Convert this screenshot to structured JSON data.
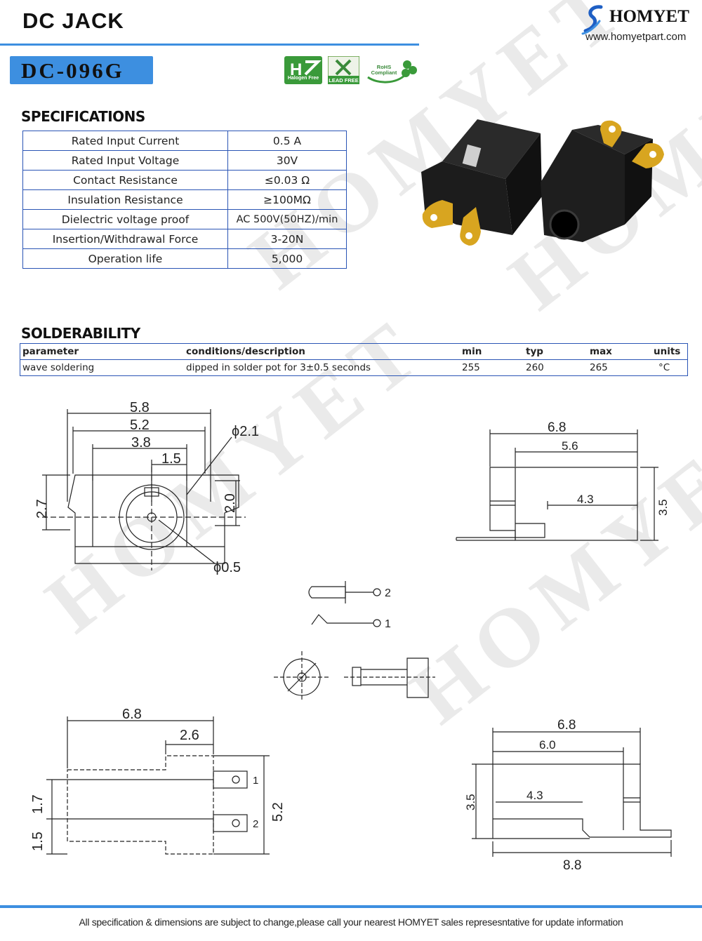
{
  "header": {
    "title": "DC JACK",
    "brand": "HOMYET",
    "url": "www.homyetpart.com",
    "model": "DC-096G",
    "accent_color": "#3d8fe0",
    "badges": [
      {
        "icon": "halogen-free-icon",
        "label": "Halogen Free"
      },
      {
        "icon": "lead-free-icon",
        "label": "LEAD FREE"
      },
      {
        "icon": "rohs-compliant-icon",
        "label": "RoHS Compliant"
      }
    ]
  },
  "watermark": "HOMYET",
  "specifications": {
    "title": "SPECIFICATIONS",
    "rows": [
      [
        "Rated Input Current",
        "0.5 A"
      ],
      [
        "Rated Input Voltage",
        "30V"
      ],
      [
        "Contact Resistance",
        "≤0.03 Ω"
      ],
      [
        "Insulation Resistance",
        "≥100MΩ"
      ],
      [
        "Dielectric voltage proof",
        "AC 500V(50HZ)/min"
      ],
      [
        "Insertion/Withdrawal Force",
        "3-20N"
      ],
      [
        "Operation life",
        "5,000"
      ]
    ]
  },
  "solderability": {
    "title": "SOLDERABILITY",
    "headers": [
      "parameter",
      "conditions/description",
      "min",
      "typ",
      "max",
      "units"
    ],
    "row": [
      "wave soldering",
      "dipped in solder pot for  3±0.5 seconds",
      "255",
      "260",
      "265",
      "°C"
    ]
  },
  "drawings": {
    "front": {
      "w1": "5.8",
      "w2": "5.2",
      "w3": "3.8",
      "w4": "1.5",
      "d1": "ϕ2.1",
      "d2": "ϕ0.5",
      "h1": "2.7",
      "h2": "2.0"
    },
    "side_top": {
      "w1": "6.8",
      "w2": "5.6",
      "l": "4.3",
      "h": "3.5"
    },
    "schematic": {
      "pin2": "2",
      "pin1": "1"
    },
    "bottom": {
      "w1": "6.8",
      "w2": "2.6",
      "h1": "1.7",
      "h2": "1.5",
      "h3": "5.2",
      "p1": "1",
      "p2": "2"
    },
    "side_bottom": {
      "w1": "6.8",
      "w2": "6.0",
      "l": "4.3",
      "h": "3.5",
      "w3": "8.8"
    }
  },
  "footer": "All specification & dimensions are subject to change,please call your nearest HOMYET sales represesntative for update information"
}
